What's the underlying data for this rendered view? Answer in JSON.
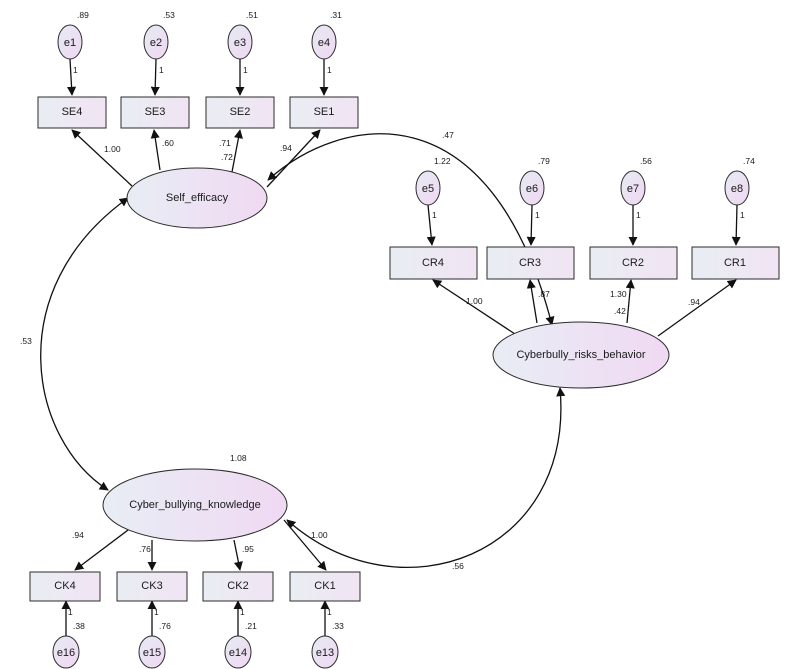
{
  "latents": {
    "self_efficacy": {
      "label": "Self_efficacy",
      "variance": ""
    },
    "cyberbully_risks_behavior": {
      "label": "Cyberbully_risks_behavior",
      "variance": "1.22"
    },
    "cyber_bullying_knowledge": {
      "label": "Cyber_bullying_knowledge",
      "variance": "1.08"
    }
  },
  "observed": {
    "SE4": {
      "label": "SE4",
      "loading": "1.00"
    },
    "SE3": {
      "label": "SE3",
      "loading": ".60"
    },
    "SE2": {
      "label": "SE2",
      "loading": ".71",
      "r2": ".72"
    },
    "SE1": {
      "label": "SE1",
      "loading": ".94"
    },
    "CR4": {
      "label": "CR4",
      "loading": "1.00"
    },
    "CR3": {
      "label": "CR3",
      "loading": ".87"
    },
    "CR2": {
      "label": "CR2",
      "loading": "1.30",
      "r2": ".42"
    },
    "CR1": {
      "label": "CR1",
      "loading": ".94"
    },
    "CK4": {
      "label": "CK4",
      "loading": ".94"
    },
    "CK3": {
      "label": "CK3",
      "loading": ".76"
    },
    "CK2": {
      "label": "CK2",
      "loading": ".95"
    },
    "CK1": {
      "label": "CK1",
      "loading": "1.00"
    }
  },
  "errors": {
    "e1": {
      "label": "e1",
      "variance": ".89",
      "path": "1"
    },
    "e2": {
      "label": "e2",
      "variance": ".53",
      "path": "1"
    },
    "e3": {
      "label": "e3",
      "variance": ".51",
      "path": "1"
    },
    "e4": {
      "label": "e4",
      "variance": ".31",
      "path": "1"
    },
    "e5": {
      "label": "e5",
      "variance": "",
      "path": "1"
    },
    "e6": {
      "label": "e6",
      "variance": ".79",
      "path": "1"
    },
    "e7": {
      "label": "e7",
      "variance": ".56",
      "path": "1"
    },
    "e8": {
      "label": "e8",
      "variance": ".74",
      "path": "1"
    },
    "e16": {
      "label": "e16",
      "variance": ".38",
      "path": "1"
    },
    "e15": {
      "label": "e15",
      "variance": ".76",
      "path": "1"
    },
    "e14": {
      "label": "e14",
      "variance": ".21",
      "path": "1"
    },
    "e13": {
      "label": "e13",
      "variance": ".33",
      "path": "1"
    }
  },
  "covariances": {
    "se_cr": ".47",
    "se_ck": ".53",
    "ck_cr": ".56"
  }
}
